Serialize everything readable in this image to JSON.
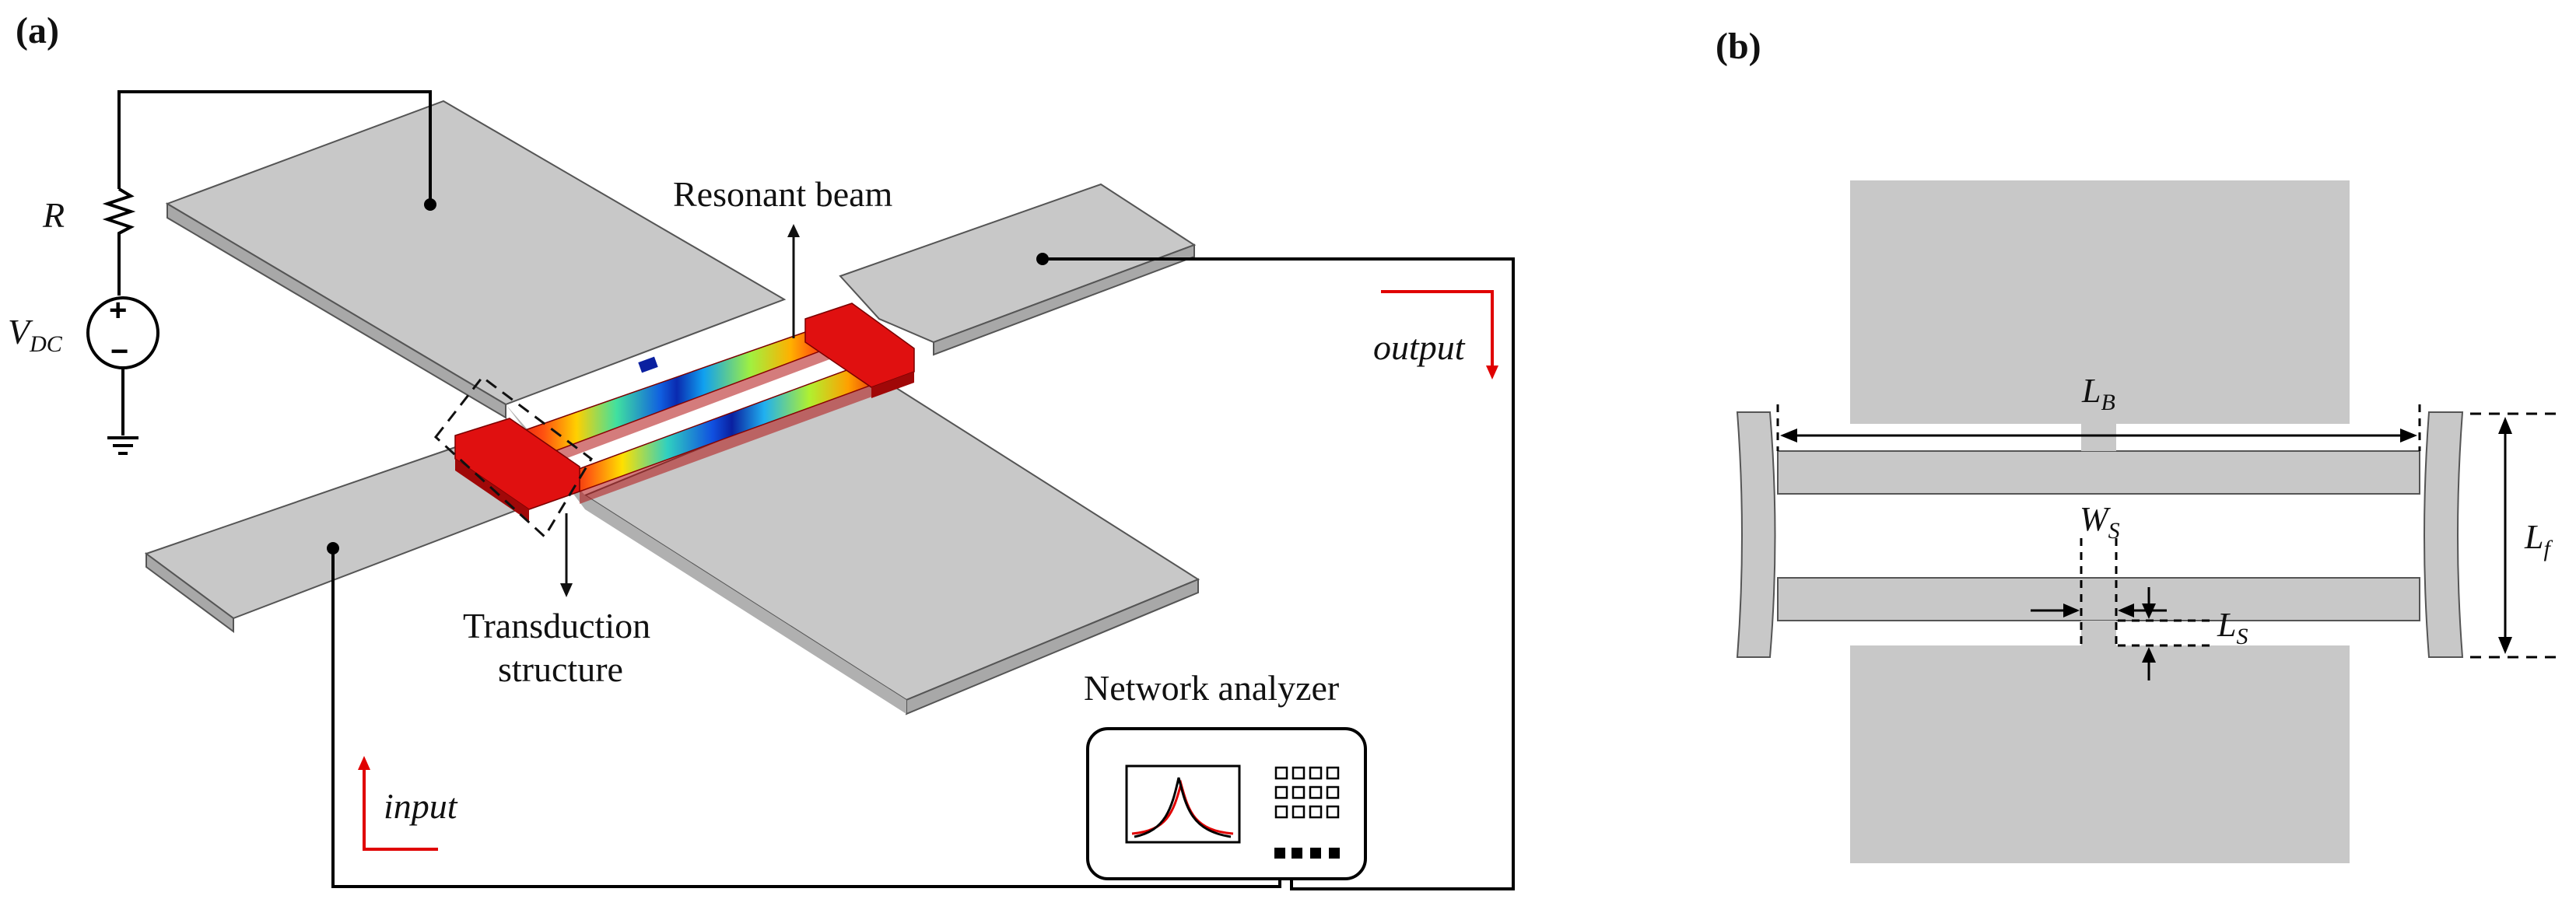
{
  "panel_a": {
    "label": "(a)",
    "resistor_label": "R",
    "source_label_main": "V",
    "source_label_sub": "DC",
    "source_plus": "+",
    "source_minus": "−",
    "resonant_beam_label": "Resonant beam",
    "transduction_label_line1": "Transduction",
    "transduction_label_line2": "structure",
    "network_analyzer_label": "Network analyzer",
    "output_label": "output",
    "input_label": "input"
  },
  "panel_b": {
    "label": "(b)",
    "length_beam_main": "L",
    "length_beam_sub": "B",
    "width_support_main": "W",
    "width_support_sub": "S",
    "length_support_main": "L",
    "length_support_sub": "S",
    "length_frame_main": "L",
    "length_frame_sub": "f"
  },
  "colors": {
    "electrode_gray": "#c8c8c8",
    "edge": "#555555",
    "wire": "#000000",
    "signal_arrow": "#e00000",
    "heat_high": "#e01010",
    "heat_mid": "#ffd000",
    "heat_low": "#1030d0"
  }
}
